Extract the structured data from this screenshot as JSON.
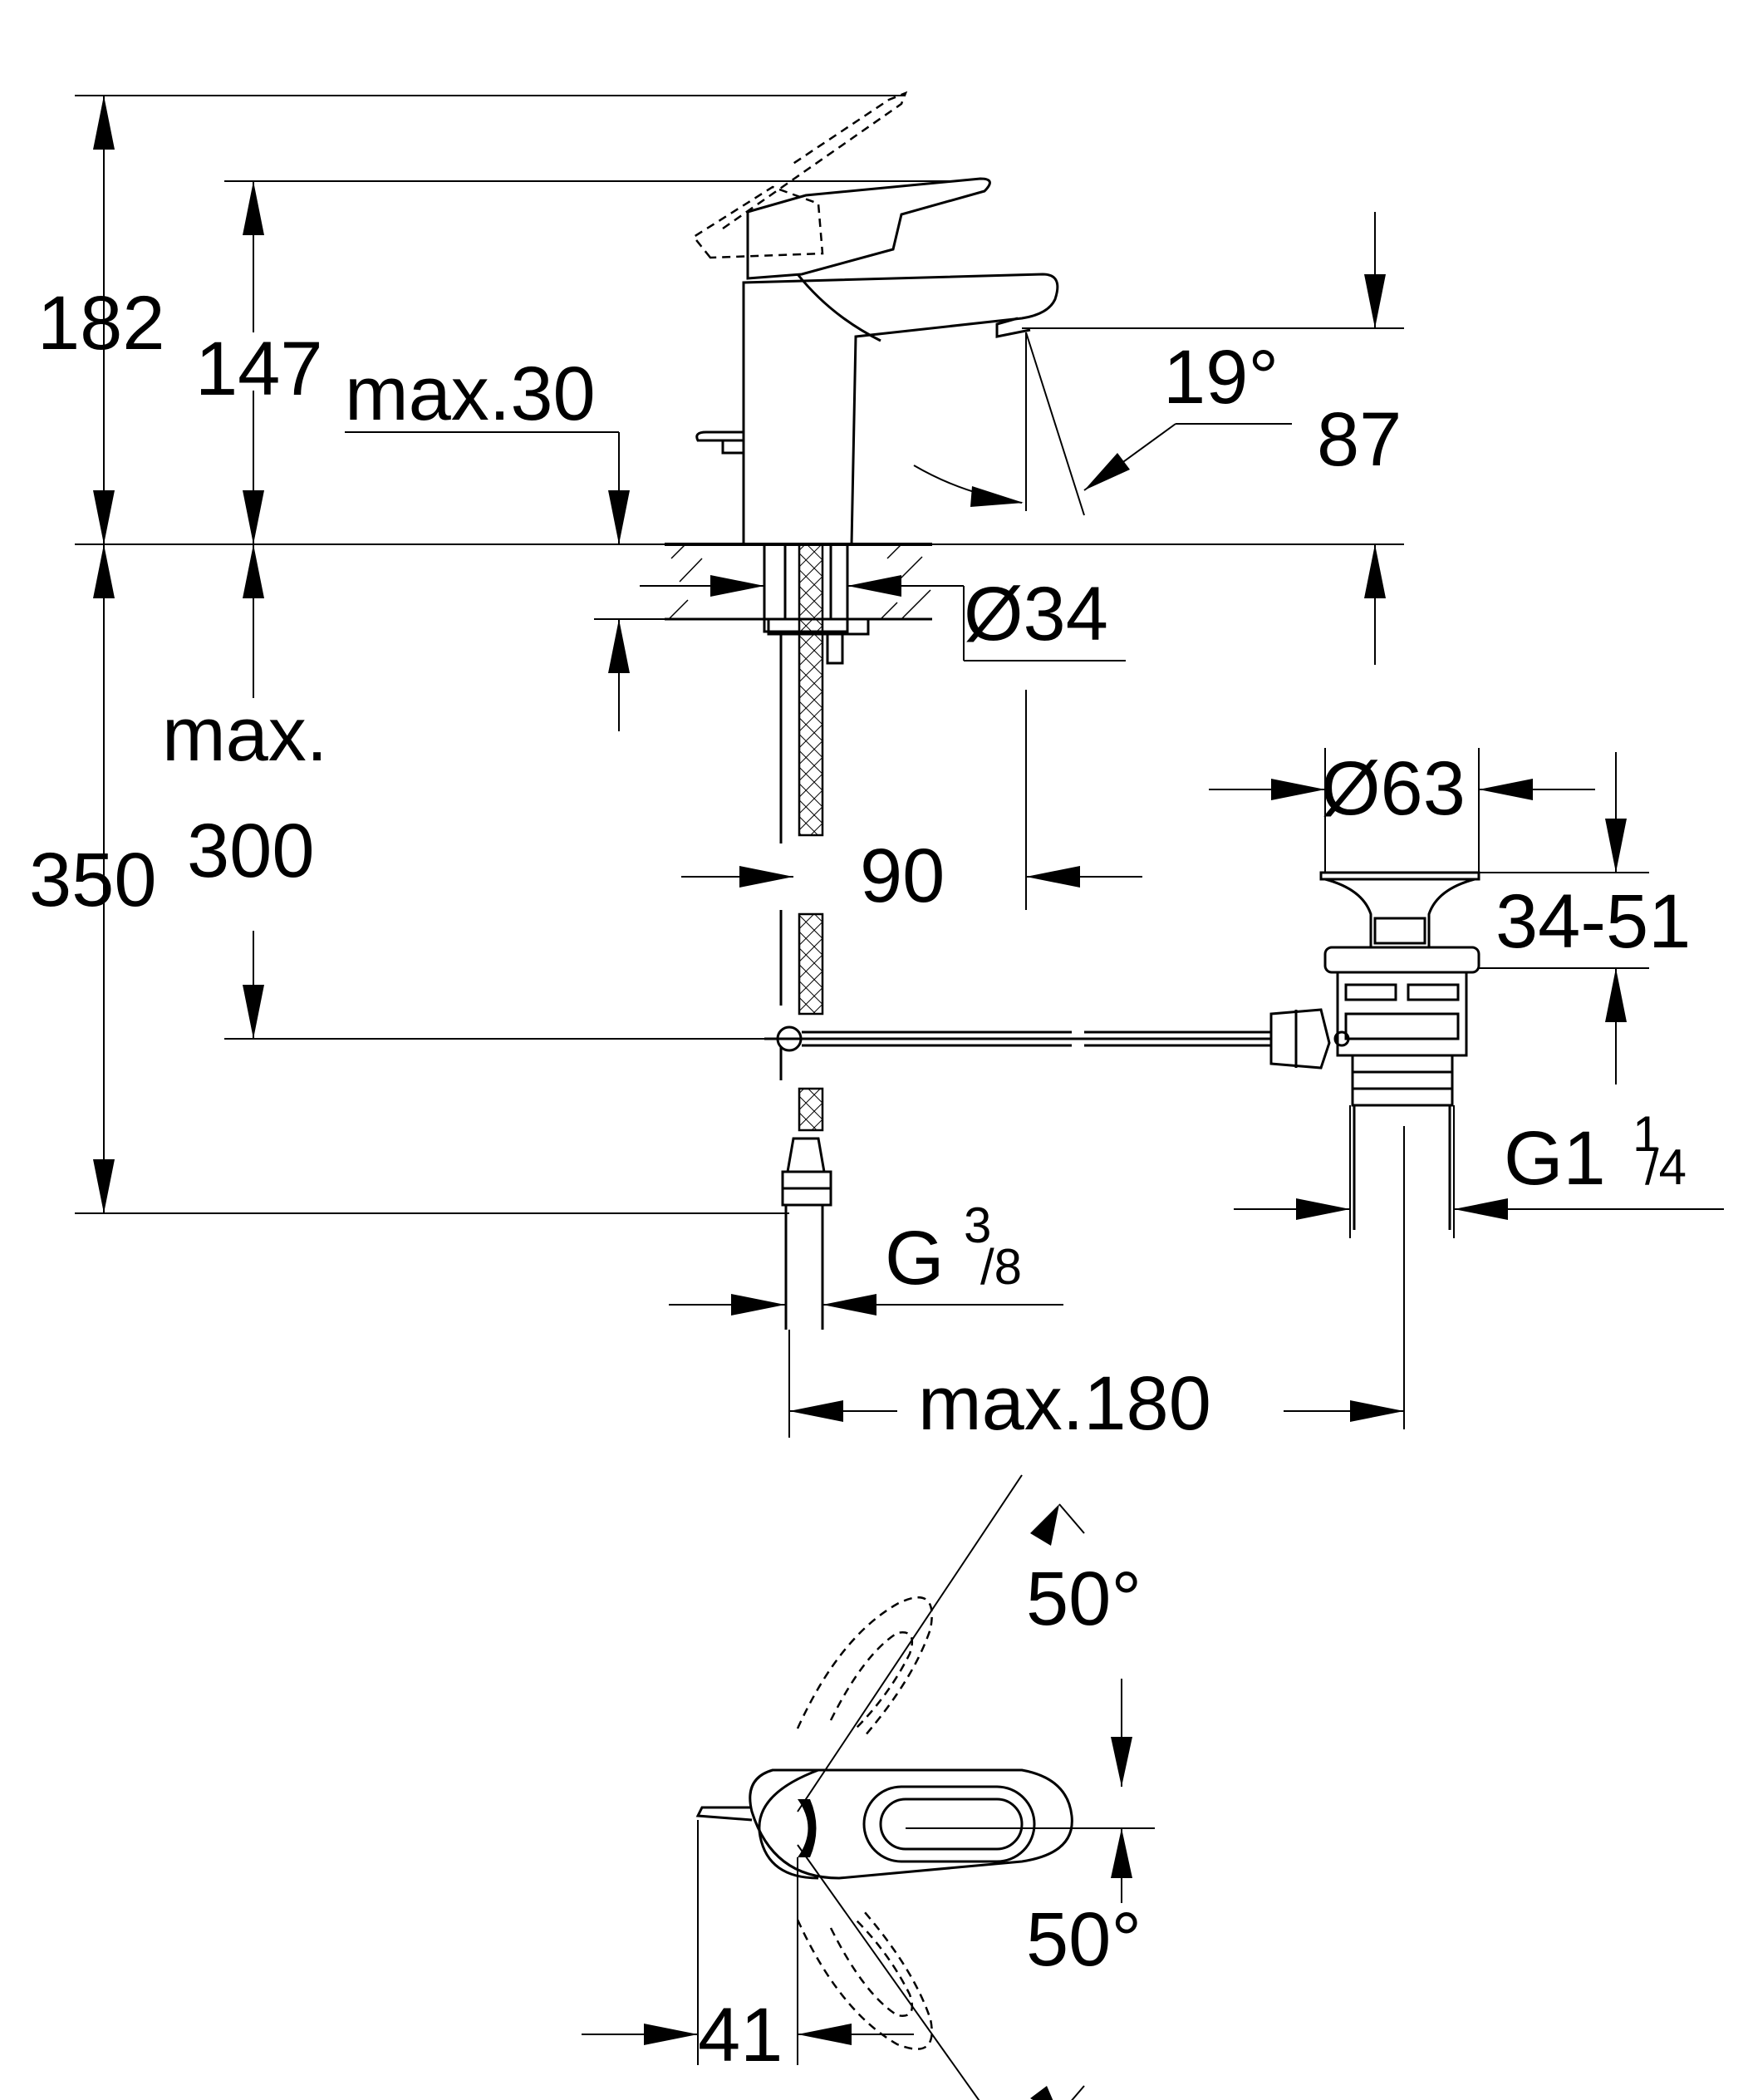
{
  "dimensions": {
    "height_lever_up": "182",
    "height_spout_top": "147",
    "max_label_top": "max.30",
    "spout_angle": "19°",
    "spout_height": "87",
    "base_diameter": "Ø34",
    "max_label_mid": "max.",
    "total_length": "350",
    "hose_length": "300",
    "spout_reach": "90",
    "waste_diameter": "Ø63",
    "waste_range": "34-51",
    "waste_thread_main": "G1",
    "waste_thread_num": "1",
    "waste_thread_den": "/4",
    "supply_thread_main": "G",
    "supply_thread_num": "3",
    "supply_thread_den": "/8",
    "waste_offset": "max.180",
    "rotation_angle_top": "50°",
    "rotation_angle_bottom": "50°",
    "lever_width": "41"
  }
}
